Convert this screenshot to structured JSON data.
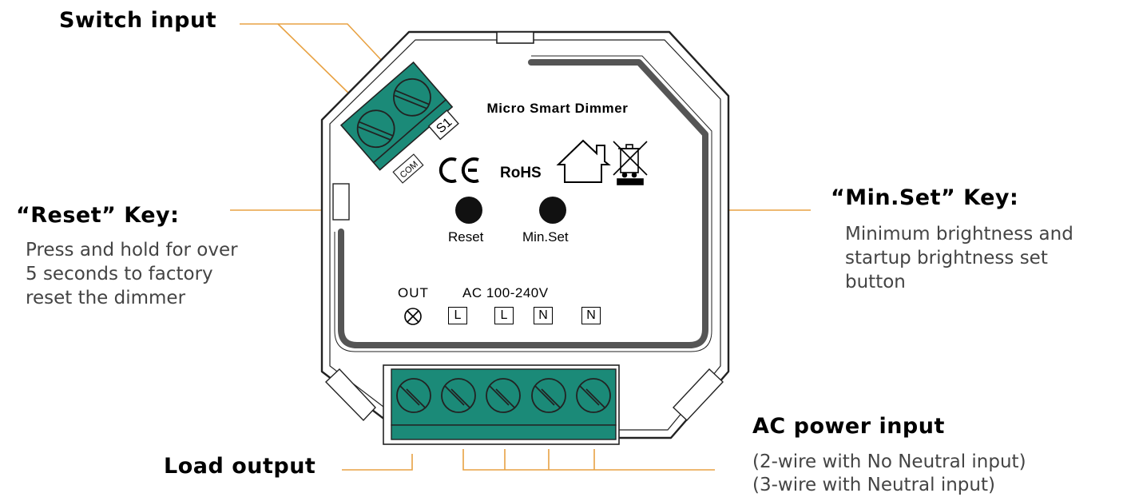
{
  "callouts": {
    "switch_input": "Switch input",
    "reset_key": "“Reset” Key:",
    "reset_desc": [
      "Press and hold for over",
      "5 seconds to factory",
      "reset the dimmer"
    ],
    "minset_key": "“Min.Set” Key:",
    "minset_desc": [
      "Minimum brightness and",
      "startup brightness set",
      "button"
    ],
    "ac_power_input": "AC power input",
    "ac_desc": [
      "(2-wire with No Neutral input)",
      "(3-wire with Neutral input)"
    ],
    "load_output": "Load output"
  },
  "device": {
    "product_name": "Micro Smart Dimmer",
    "cert_ce": "CE",
    "cert_rohs": "RoHS",
    "top_terminal_s1": "S1",
    "top_terminal_com": "COM",
    "reset_button_label": "Reset",
    "minset_button_label": "Min.Set",
    "out_label": "OUT",
    "ac_range_label": "AC 100-240V",
    "terminals": [
      "L",
      "L",
      "N",
      "N"
    ]
  },
  "colors": {
    "terminal_green": "#1b8a78",
    "leader_orange": "#e8a243",
    "outline": "#222222",
    "groove": "#555555"
  },
  "icons": [
    "ce-mark-icon",
    "house-icon",
    "weee-bin-icon",
    "lamp-icon",
    "screw-icon"
  ]
}
